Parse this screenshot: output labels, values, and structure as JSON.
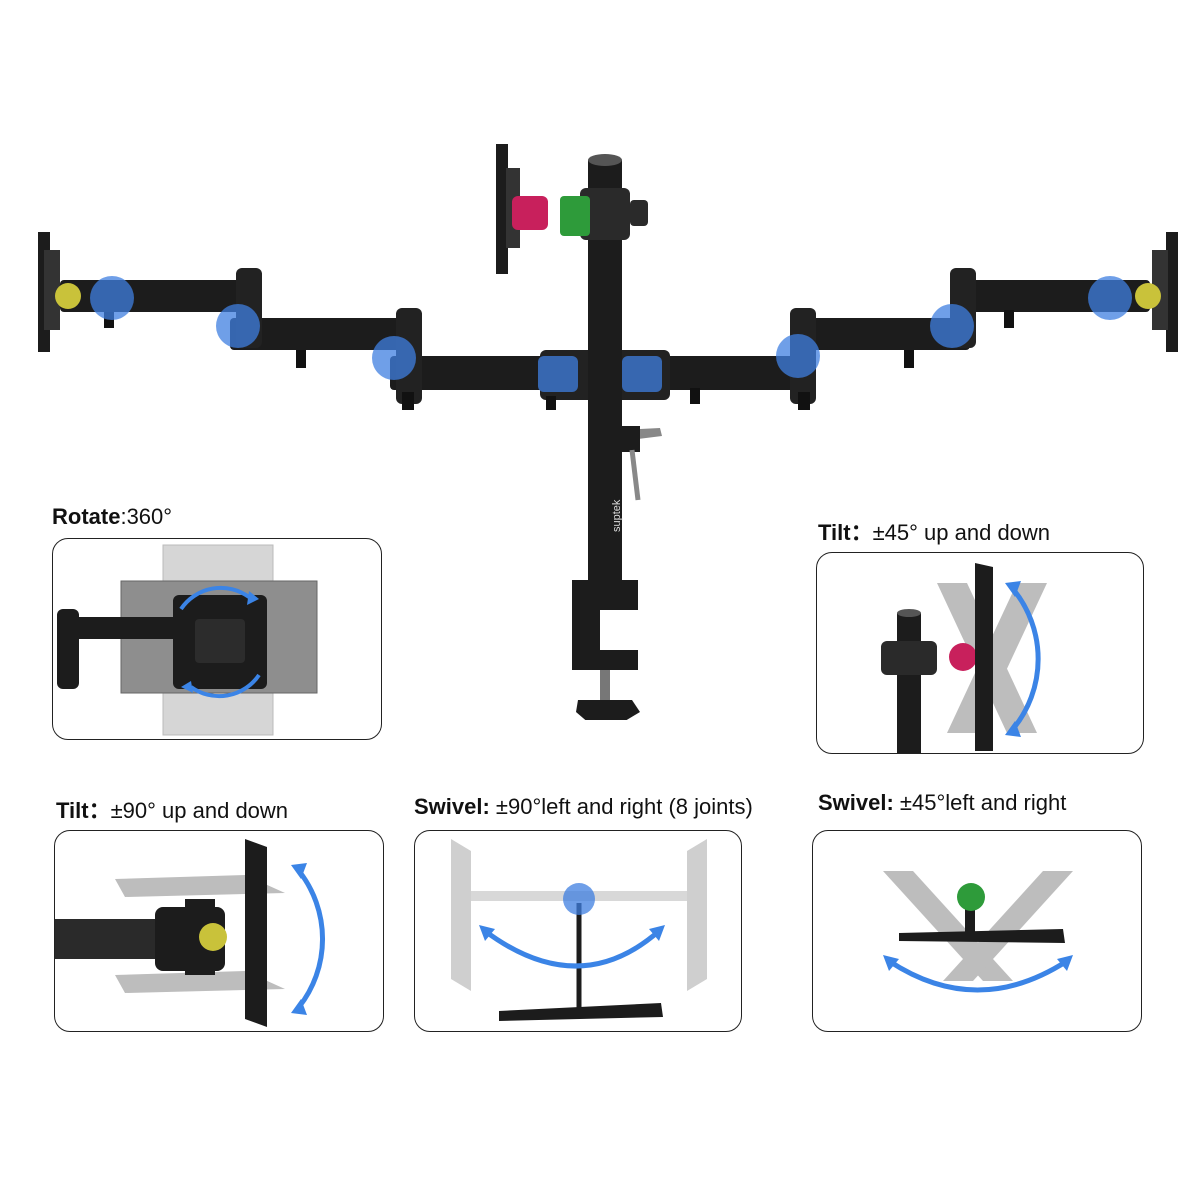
{
  "colors": {
    "arm": "#1c1c1c",
    "joint_blue": "#3f7fe0",
    "joint_green": "#2e9b3a",
    "joint_magenta": "#c8205c",
    "joint_yellow": "#c9c23a",
    "arrow_blue": "#3b84e6",
    "ghost_gray": "#b8b8b8"
  },
  "brand": "suptek",
  "icons": [
    "rotation-arrow-icon",
    "tilt-arrow-icon",
    "swivel-arrow-icon"
  ],
  "features": {
    "rotate": {
      "label": "Rotate",
      "value": ":360°"
    },
    "tilt45": {
      "label": "Tilt：",
      "value": "±45° up and down"
    },
    "tilt90": {
      "label": "Tilt：",
      "value": "±90° up and down"
    },
    "swivel90": {
      "label": "Swivel:",
      "value": " ±90°left and right (8 joints)"
    },
    "swivel45": {
      "label": "Swivel:",
      "value": " ±45°left and right"
    }
  }
}
